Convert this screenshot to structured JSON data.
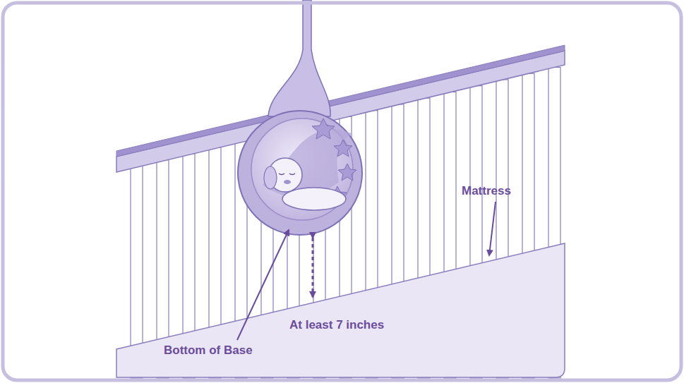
{
  "diagram": {
    "labels": [
      "Mattress",
      "At least 7 inches",
      "Bottom of Base"
    ]
  }
}
